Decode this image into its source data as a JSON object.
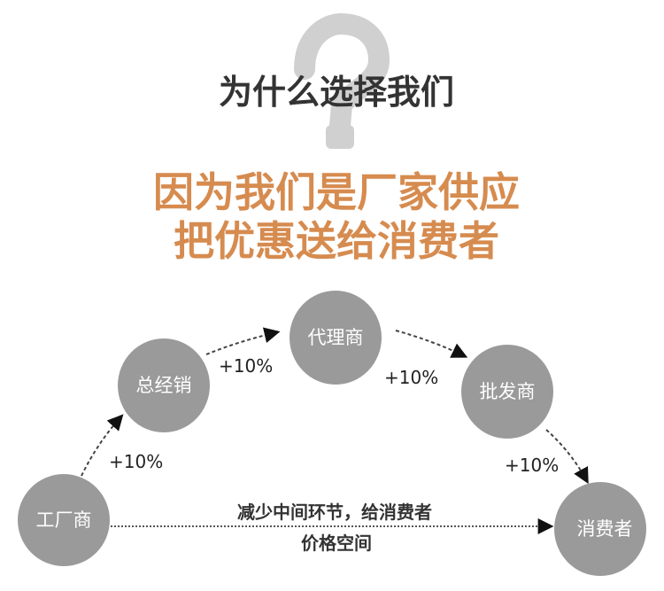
{
  "header": {
    "title": "为什么选择我们",
    "slogan_line1": "因为我们是厂家供应",
    "slogan_line2": "把优惠送给消费者"
  },
  "colors": {
    "accent": "#d68b4f",
    "node": "#9a9a9a",
    "question_mark": "#d0d0d0",
    "title": "#333333"
  },
  "flow": {
    "nodes": [
      {
        "label": "工厂商"
      },
      {
        "label": "总经销"
      },
      {
        "label": "代理商"
      },
      {
        "label": "批发商"
      },
      {
        "label": "消费者"
      }
    ],
    "markups": [
      "+10%",
      "+10%",
      "+10%",
      "+10%"
    ],
    "direct_note_line1": "减少中间环节，给消费者",
    "direct_note_line2": "价格空间"
  }
}
